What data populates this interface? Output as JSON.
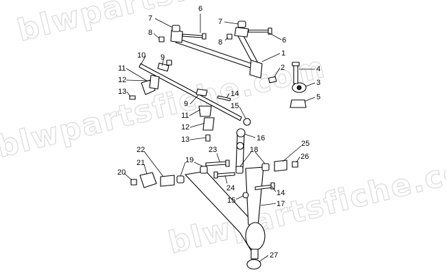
{
  "watermark": {
    "text": "blwpartsfiche.com"
  },
  "callouts": [
    {
      "id": "c1",
      "label": "1"
    },
    {
      "id": "c2",
      "label": "2"
    },
    {
      "id": "c3",
      "label": "3"
    },
    {
      "id": "c4",
      "label": "4"
    },
    {
      "id": "c5",
      "label": "5"
    },
    {
      "id": "c6a",
      "label": "6"
    },
    {
      "id": "c6b",
      "label": "6"
    },
    {
      "id": "c7a",
      "label": "7"
    },
    {
      "id": "c7b",
      "label": "7"
    },
    {
      "id": "c8a",
      "label": "8"
    },
    {
      "id": "c8b",
      "label": "8"
    },
    {
      "id": "c9a",
      "label": "9"
    },
    {
      "id": "c9b",
      "label": "9"
    },
    {
      "id": "c10",
      "label": "10"
    },
    {
      "id": "c11a",
      "label": "11"
    },
    {
      "id": "c11b",
      "label": "11"
    },
    {
      "id": "c12a",
      "label": "12"
    },
    {
      "id": "c12b",
      "label": "12"
    },
    {
      "id": "c13a",
      "label": "13"
    },
    {
      "id": "c13b",
      "label": "13"
    },
    {
      "id": "c14a",
      "label": "14"
    },
    {
      "id": "c14b",
      "label": "14"
    },
    {
      "id": "c15a",
      "label": "15"
    },
    {
      "id": "c15b",
      "label": "15"
    },
    {
      "id": "c16",
      "label": "16"
    },
    {
      "id": "c17",
      "label": "17"
    },
    {
      "id": "c18",
      "label": "18"
    },
    {
      "id": "c19",
      "label": "19"
    },
    {
      "id": "c20",
      "label": "20"
    },
    {
      "id": "c21",
      "label": "21"
    },
    {
      "id": "c22",
      "label": "22"
    },
    {
      "id": "c23",
      "label": "23"
    },
    {
      "id": "c24",
      "label": "24"
    },
    {
      "id": "c25",
      "label": "25"
    },
    {
      "id": "c26",
      "label": "26"
    },
    {
      "id": "c27",
      "label": "27"
    }
  ]
}
